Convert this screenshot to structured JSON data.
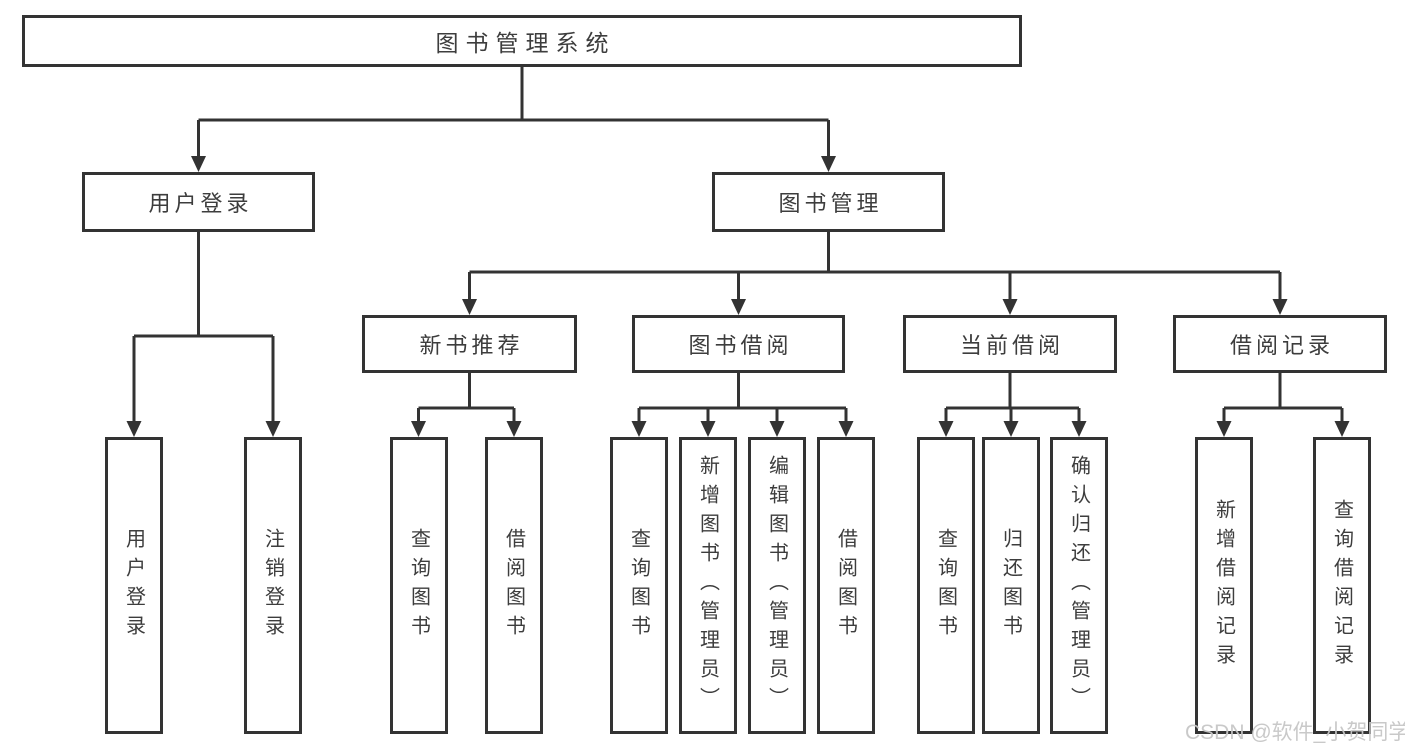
{
  "tree": {
    "root": {
      "label": "图书管理系统"
    },
    "children": [
      {
        "label": "用户登录",
        "children": [
          {
            "label": "用户登录"
          },
          {
            "label": "注销登录"
          }
        ]
      },
      {
        "label": "图书管理",
        "children": [
          {
            "label": "新书推荐",
            "children": [
              {
                "label": "查询图书"
              },
              {
                "label": "借阅图书"
              }
            ]
          },
          {
            "label": "图书借阅",
            "children": [
              {
                "label": "查询图书"
              },
              {
                "label": "新增图书（管理员）"
              },
              {
                "label": "编辑图书（管理员）"
              },
              {
                "label": "借阅图书"
              }
            ]
          },
          {
            "label": "当前借阅",
            "children": [
              {
                "label": "查询图书"
              },
              {
                "label": "归还图书"
              },
              {
                "label": "确认归还（管理员）"
              }
            ]
          },
          {
            "label": "借阅记录",
            "children": [
              {
                "label": "新增借阅记录"
              },
              {
                "label": "查询借阅记录"
              }
            ]
          }
        ]
      }
    ]
  },
  "watermark": {
    "text": "CSDN @软件_小贺同学"
  },
  "colors": {
    "line": "#333333",
    "text": "#3d3d3d",
    "background": "#ffffff",
    "watermark": "#c6c6c6"
  }
}
